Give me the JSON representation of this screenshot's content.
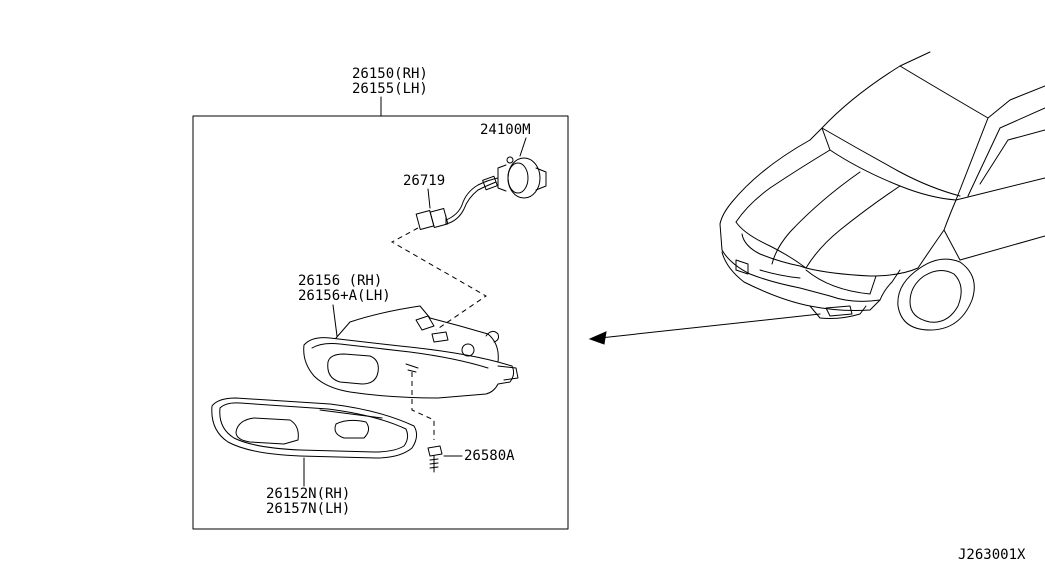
{
  "labels": {
    "assembly_rh": "26150(RH)",
    "assembly_lh": "26155(LH)",
    "bulb": "24100M",
    "harness": "26719",
    "lamp_rh": "26156   (RH)",
    "lamp_lh": "26156+A(LH)",
    "screw": "26580A",
    "finisher_rh": "26152N(RH)",
    "finisher_lh": "26157N(LH)",
    "diagram_code": "J263001X"
  }
}
